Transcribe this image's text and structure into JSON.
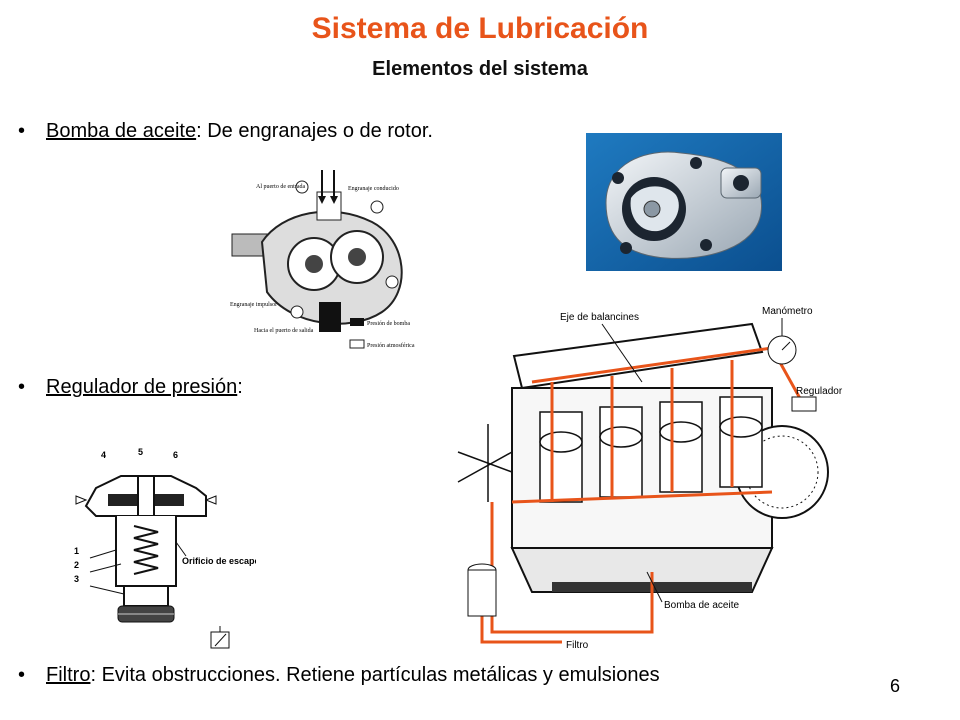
{
  "slide": {
    "title": "Sistema de Lubricación",
    "subtitle": "Elementos del sistema",
    "page_number": "6",
    "title_color": "#e8541a"
  },
  "bullets": [
    {
      "term": "Bomba de aceite",
      "rest": ": De engranajes o de rotor."
    },
    {
      "term": "Regulador de presión",
      "rest": ":"
    },
    {
      "term": "Filtro",
      "rest": ": Evita obstrucciones. Retiene partículas metálicas y emulsiones"
    }
  ],
  "gear_pump": {
    "inlet": "Al puerto de entrada",
    "driven_gear": "Engranaje conducido",
    "drive_gear": "Engranaje impulsor",
    "outlet": "Hacia el puerto de salida",
    "legend_pump": "Presión de bomba",
    "legend_atm": "Presión atmosférica"
  },
  "regulator": {
    "numbers": [
      "4",
      "5",
      "6",
      "1",
      "2",
      "3"
    ],
    "orifice": "Orificio de escape"
  },
  "engine": {
    "rocker_shaft": "Eje de balancines",
    "gauge": "Manómetro",
    "regulator": "Regulador",
    "oil_pump": "Bomba de aceite",
    "filter": "Filtro",
    "oil_color": "#e8541a"
  }
}
